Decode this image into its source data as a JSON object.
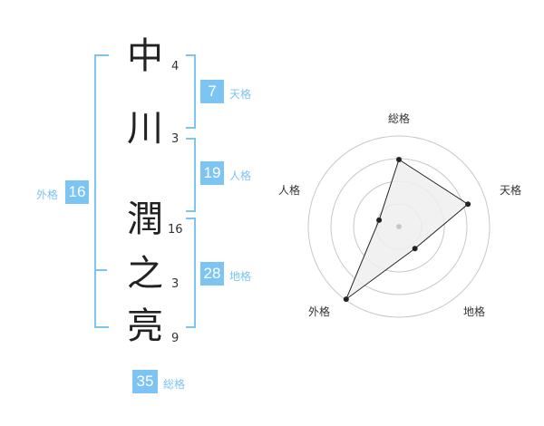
{
  "name": {
    "chars": [
      "中",
      "川",
      "潤",
      "之",
      "亮"
    ],
    "strokes": [
      "4",
      "3",
      "16",
      "3",
      "9"
    ]
  },
  "fortune": {
    "tenkaku": {
      "label": "天格",
      "value": "7"
    },
    "jinkaku": {
      "label": "人格",
      "value": "19"
    },
    "chikaku": {
      "label": "地格",
      "value": "28"
    },
    "gaikaku": {
      "label": "外格",
      "value": "16"
    },
    "soukaku": {
      "label": "総格",
      "value": "35"
    }
  },
  "chart_data": {
    "type": "radar",
    "axes": [
      "総格",
      "天格",
      "地格",
      "外格",
      "人格"
    ],
    "values": [
      0.74,
      0.8,
      0.3,
      0.99,
      0.23
    ],
    "colors": {
      "fill": "#eeeeee",
      "line": "#222222",
      "grid": "#c8c8c8",
      "center": "#c8c8c8"
    }
  }
}
